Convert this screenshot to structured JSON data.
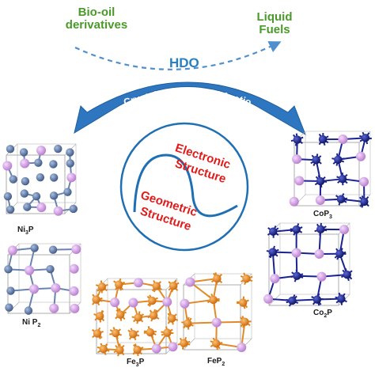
{
  "labels": {
    "biooil_line1": "Bio-oil",
    "biooil_line2": "derivatives",
    "liquid_line1": "Liquid",
    "liquid_line2": "Fuels",
    "hdo": "HDO",
    "arrow_text": "Crystal Structure, P/M ratio",
    "electronic_line1": "Electronic",
    "electronic_line2": "Structure",
    "geometric_line1": "Geometric",
    "geometric_line2": "Structure"
  },
  "crystals": [
    {
      "id": "ni3p",
      "element": "Ni",
      "element_sub": "3",
      "tail": "P",
      "tail_sub": ""
    },
    {
      "id": "nip2",
      "element": "Ni ",
      "element_sub": "",
      "tail": "P",
      "tail_sub": "2"
    },
    {
      "id": "fe3p",
      "element": "Fe",
      "element_sub": "3",
      "tail": "P",
      "tail_sub": ""
    },
    {
      "id": "fep2",
      "element": "FeP",
      "element_sub": "2",
      "tail": "",
      "tail_sub": ""
    },
    {
      "id": "cop3",
      "element": "CoP",
      "element_sub": "3",
      "tail": "",
      "tail_sub": ""
    },
    {
      "id": "co2p",
      "element": "Co",
      "element_sub": "2",
      "tail": "P",
      "tail_sub": ""
    }
  ],
  "colors": {
    "green_text": "#4a9a2a",
    "blue_arrow": "#2e76c0",
    "blue_text": "#2a7fc0",
    "red_text": "#e11a1a",
    "nickel": "#5c7aa8",
    "iron": "#ef8a1a",
    "cobalt": "#14208a",
    "phosphorus": "#d49ae6",
    "bond": "#8a8a8a"
  }
}
